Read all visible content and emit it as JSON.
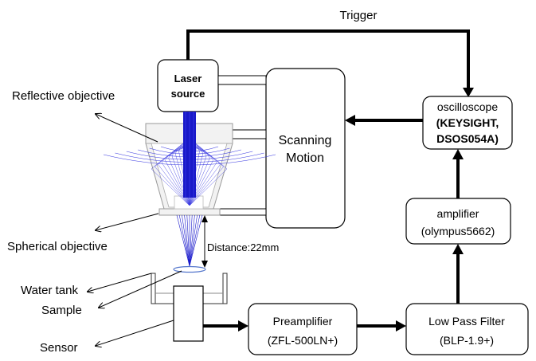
{
  "labels": {
    "trigger": "Trigger",
    "laser_line1": "Laser",
    "laser_line2": "source",
    "scanning_line1": "Scanning",
    "scanning_line2": "Motion",
    "osc_line1": "oscilloscope",
    "osc_line2": "(KEYSIGHT,",
    "osc_line3": "DSOS054A)",
    "amp_line1": "amplifier",
    "amp_line2": "(olympus5662)",
    "lpf_line1": "Low Pass Filter",
    "lpf_line2": "(BLP-1.9+)",
    "pre_line1": "Preamplifier",
    "pre_line2": "(ZFL-500LN+)",
    "reflective_objective": "Reflective objective",
    "spherical_objective": "Spherical objective",
    "distance": "Distance:22mm",
    "water_tank": "Water tank",
    "sample": "Sample",
    "sensor": "Sensor"
  },
  "colors": {
    "beam": "#1a1acc",
    "beam_light": "#3a3ae0",
    "line": "#000000",
    "objective_gray": "#888888"
  }
}
